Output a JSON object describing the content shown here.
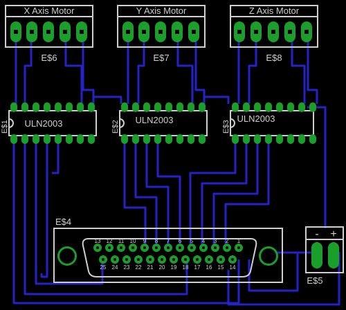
{
  "motors": [
    {
      "title": "X Axis Motor",
      "ref": "E$6"
    },
    {
      "title": "Y Axis Motor",
      "ref": "E$7"
    },
    {
      "title": "Z Axis Motor",
      "ref": "E$8"
    }
  ],
  "drivers": [
    {
      "part": "ULN2003",
      "ref": "E$1"
    },
    {
      "part": "ULN2003",
      "ref": "E$2"
    },
    {
      "part": "ULN2003",
      "ref": "E$3"
    }
  ],
  "dsub": {
    "ref": "E$4",
    "top_pins": [
      "13",
      "12",
      "11",
      "10",
      "9",
      "8",
      "7",
      "6",
      "5",
      "4",
      "3",
      "2",
      "1"
    ],
    "bottom_pins": [
      "25",
      "24",
      "23",
      "22",
      "21",
      "20",
      "19",
      "18",
      "17",
      "16",
      "15",
      "14"
    ]
  },
  "power": {
    "ref": "E$5",
    "minus": "-",
    "plus": "+"
  },
  "colors": {
    "trace": "#2323c8",
    "pad": "#1aa02a",
    "silk": "#cfcfcf",
    "background": "#000000"
  }
}
